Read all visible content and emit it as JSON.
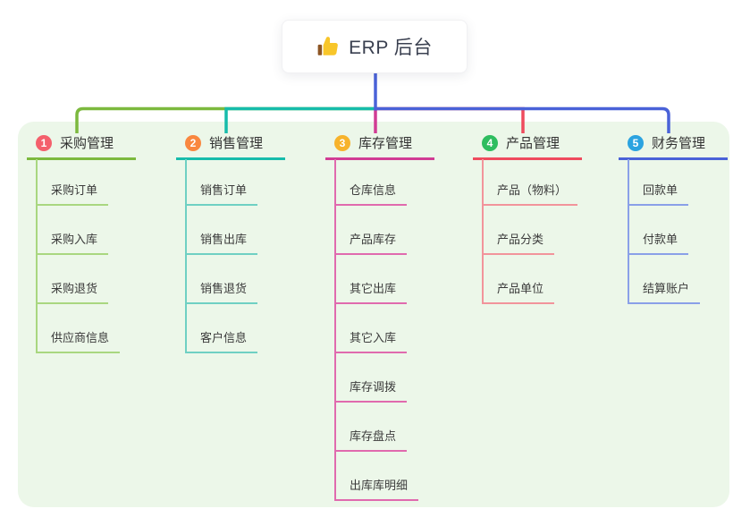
{
  "root": {
    "title": "ERP 后台",
    "icon": "thumbs-up-icon",
    "icon_colors": {
      "hand": "#f8c62a",
      "cuff": "#8d5524"
    }
  },
  "canvas": {
    "background": "#ffffff",
    "panel_background": "#ecf7e9",
    "root_drop_color": "#4a62d8"
  },
  "branches": [
    {
      "index": "1",
      "title": "采购管理",
      "badge_color": "#f4606c",
      "line_color": "#7cb93e",
      "item_line_color": "#a9d780",
      "items": [
        "采购订单",
        "采购入库",
        "采购退货",
        "供应商信息"
      ]
    },
    {
      "index": "2",
      "title": "销售管理",
      "badge_color": "#f9873f",
      "line_color": "#17bcab",
      "item_line_color": "#6fd0c3",
      "items": [
        "销售订单",
        "销售出库",
        "销售退货",
        "客户信息"
      ]
    },
    {
      "index": "3",
      "title": "库存管理",
      "badge_color": "#f7b32b",
      "line_color": "#d13c94",
      "item_line_color": "#e06aae",
      "items": [
        "仓库信息",
        "产品库存",
        "其它出库",
        "其它入库",
        "库存调拨",
        "库存盘点",
        "出库库明细"
      ]
    },
    {
      "index": "4",
      "title": "产品管理",
      "badge_color": "#2ebd5f",
      "line_color": "#ef4b5e",
      "item_line_color": "#f2949b",
      "items": [
        "产品（物料）",
        "产品分类",
        "产品单位"
      ]
    },
    {
      "index": "5",
      "title": "财务管理",
      "badge_color": "#2ba3e0",
      "line_color": "#4a62d8",
      "item_line_color": "#8aa0e8",
      "items": [
        "回款单",
        "付款单",
        "结算账户"
      ]
    }
  ]
}
